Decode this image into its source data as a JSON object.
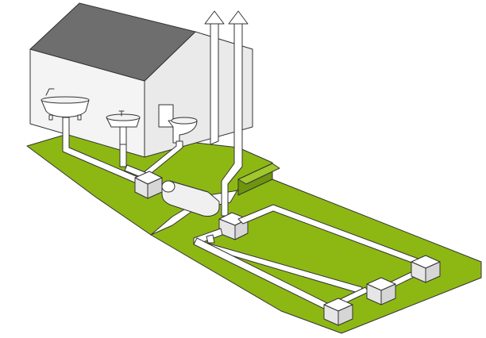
{
  "diagram": {
    "subject": "septic-system",
    "colors": {
      "lawn": "#8DB814",
      "lawn_edge": "#3a3a3a",
      "roof": "#6e6e6e",
      "wall_front": "#f4f4f4",
      "wall_side": "#e8e8e8",
      "pipe": "#ffffff",
      "outline": "#333333",
      "box": "#f2f2f2"
    },
    "fixtures": [
      "bathtub",
      "sink",
      "toilet"
    ],
    "vent_pipes": 2,
    "distribution_boxes": 4,
    "drain_lines": 2
  }
}
